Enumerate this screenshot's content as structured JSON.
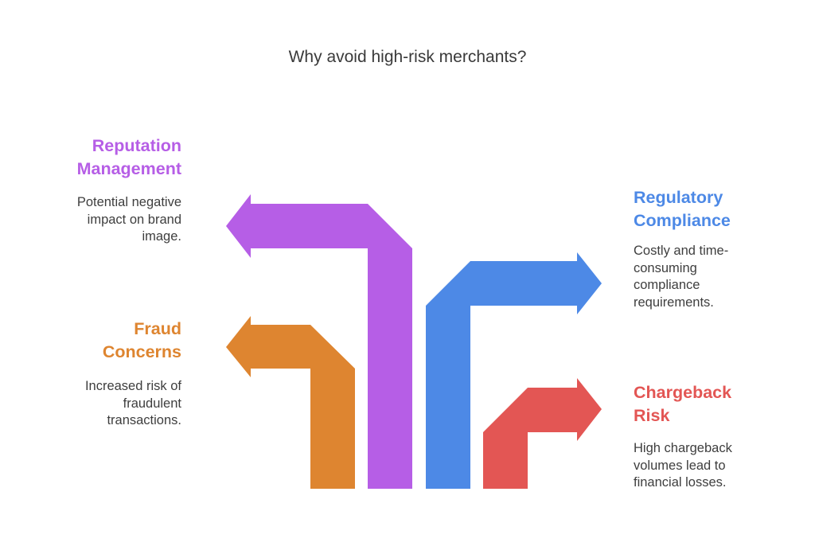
{
  "title": "Why avoid high-risk merchants?",
  "colors": {
    "purple": "#b65ee6",
    "orange": "#de8530",
    "blue": "#4d89e6",
    "red": "#e35654",
    "text": "#3e3e3e"
  },
  "items": [
    {
      "id": "reputation",
      "heading": [
        "Reputation",
        "Management"
      ],
      "description": [
        "Potential negative",
        "impact on brand",
        "image."
      ],
      "color": "#b65ee6",
      "direction": "left"
    },
    {
      "id": "fraud",
      "heading": [
        "Fraud",
        "Concerns"
      ],
      "description": [
        "Increased risk of",
        "fraudulent",
        "transactions."
      ],
      "color": "#de8530",
      "direction": "left"
    },
    {
      "id": "regulatory",
      "heading": [
        "Regulatory",
        "Compliance"
      ],
      "description": [
        "Costly and time-",
        "consuming",
        "compliance",
        "requirements."
      ],
      "color": "#4d89e6",
      "direction": "right"
    },
    {
      "id": "chargeback",
      "heading": [
        "Chargeback",
        "Risk"
      ],
      "description": [
        "High chargeback",
        "volumes lead to",
        "financial losses."
      ],
      "color": "#e35654",
      "direction": "right"
    }
  ]
}
